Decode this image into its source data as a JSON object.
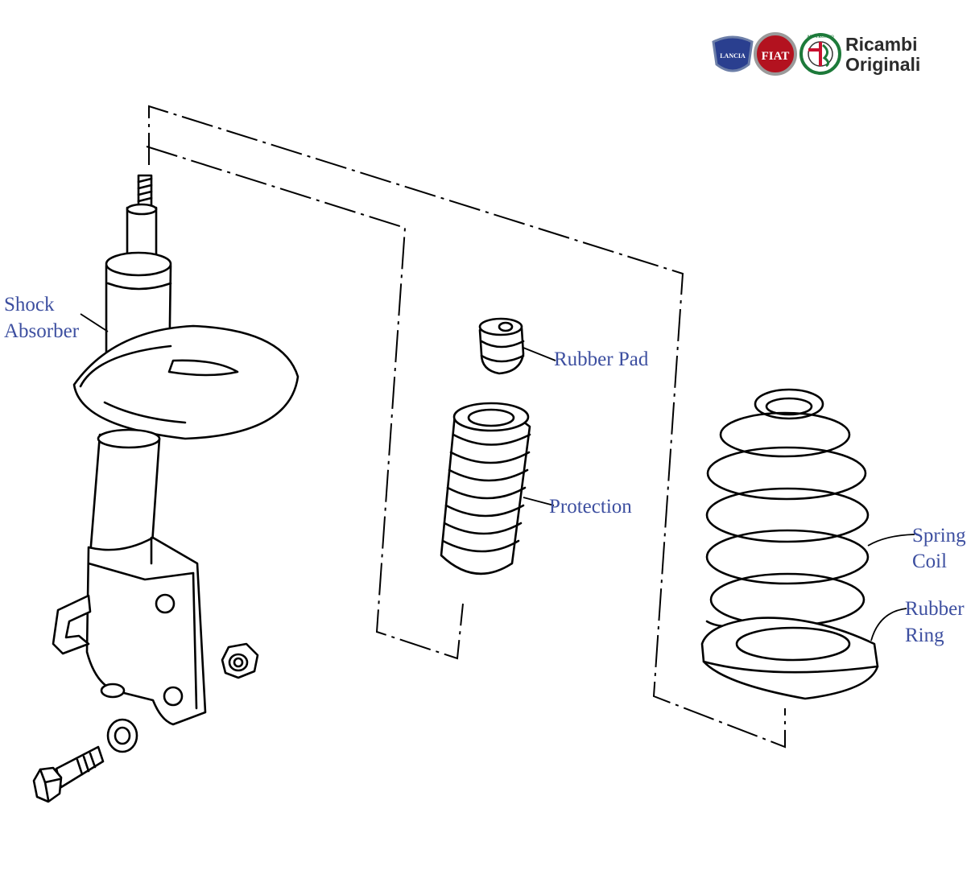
{
  "logo": {
    "line1": "Ricambi",
    "line2": "Originali",
    "lancia_text": "LANCIA",
    "fiat_text": "FIAT",
    "alfa_text": "ALFA ROMEO",
    "colors": {
      "lancia": "#2a3f8f",
      "fiat": "#b3121f",
      "alfa_green": "#1d7a3a",
      "alfa_red": "#c8102e"
    }
  },
  "parts": [
    {
      "id": "shock",
      "lines": [
        "Shock",
        "Absorber"
      ]
    },
    {
      "id": "pad",
      "lines": [
        "Rubber Pad"
      ]
    },
    {
      "id": "protection",
      "lines": [
        "Protection"
      ]
    },
    {
      "id": "spring",
      "lines": [
        "Spring",
        "Coil"
      ]
    },
    {
      "id": "ring",
      "lines": [
        "Rubber",
        "Ring"
      ]
    }
  ],
  "label_color": "#3d4fa0"
}
